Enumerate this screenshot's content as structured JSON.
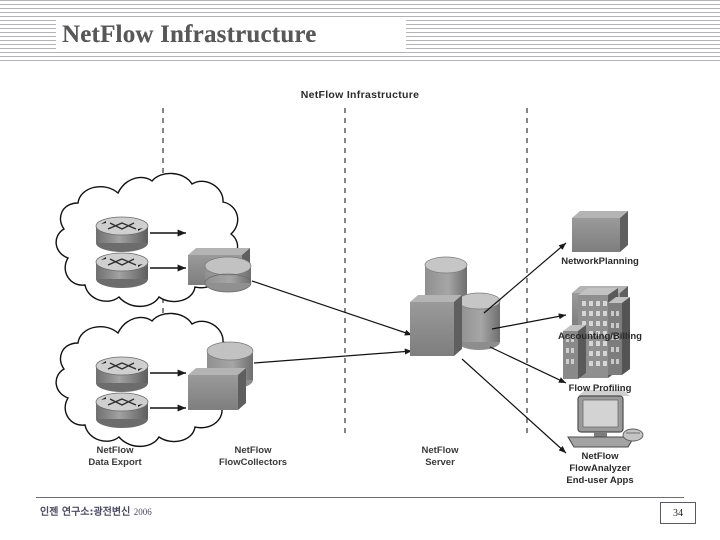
{
  "slide": {
    "title": "NetFlow Infrastructure",
    "page_number": "34",
    "footer_text": "인젠 연구소:광전변신",
    "footer_year": "2006"
  },
  "diagram": {
    "title": "NetFlow Infrastructure",
    "zones": [
      {
        "id": "data-export",
        "line1": "NetFlow",
        "line2": "Data Export"
      },
      {
        "id": "flowcollectors",
        "line1": "NetFlow",
        "line2": "FlowCollectors"
      },
      {
        "id": "server",
        "line1": "NetFlow",
        "line2": "Server"
      }
    ],
    "consumers": [
      {
        "id": "network-planning",
        "line1": "NetworkPlanning",
        "line2": "",
        "line3": "",
        "icon": "server-box-icon"
      },
      {
        "id": "accounting-billing",
        "line1": "Accounting/Billing",
        "line2": "",
        "line3": "",
        "icon": "server-box-icon"
      },
      {
        "id": "flow-profiling",
        "line1": "Flow Profiling",
        "line2": "",
        "line3": "",
        "icon": "buildings-icon"
      },
      {
        "id": "end-user-apps",
        "line1": "NetFlow",
        "line2": "FlowAnalyzer",
        "line3": "End-user Apps",
        "icon": "workstation-icon"
      }
    ],
    "clouds": [
      {
        "id": "cloud-upper",
        "routers": 2,
        "collector": "collector-box-db-icon"
      },
      {
        "id": "cloud-lower",
        "routers": 2,
        "collector": "collector-box-db-icon"
      }
    ],
    "server_node": {
      "id": "netflow-server",
      "icon": "server-box-cylinders-icon"
    }
  },
  "colors": {
    "title_text": "#585858",
    "stripe": "#b4b4b8",
    "icon_fill": "#8a8a8a",
    "icon_dark": "#5a5a5a",
    "icon_light": "#b8b8b8",
    "line": "#1a1a1a",
    "footer_text": "#4a4a66"
  }
}
